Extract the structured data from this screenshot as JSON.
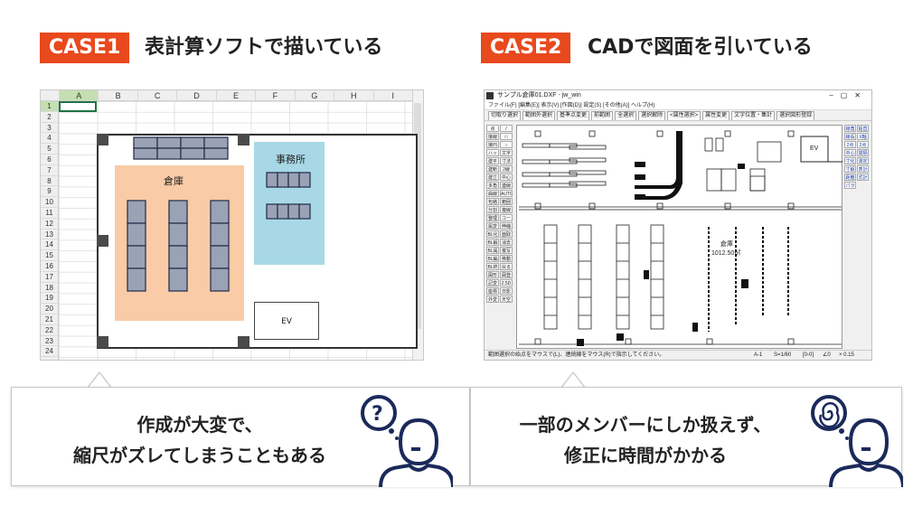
{
  "case1": {
    "tag": "CASE1",
    "title": "表計算ソフトで描いている",
    "excel": {
      "columns": [
        "A",
        "B",
        "C",
        "D",
        "E",
        "F",
        "G",
        "H",
        "I"
      ],
      "rows": [
        "1",
        "2",
        "3",
        "4",
        "5",
        "6",
        "7",
        "8",
        "9",
        "10",
        "11",
        "12",
        "13",
        "14",
        "15",
        "16",
        "17",
        "18",
        "19",
        "20",
        "21",
        "22",
        "23",
        "24"
      ],
      "labels": {
        "warehouse": "倉庫",
        "office": "事務所",
        "ev": "EV"
      }
    },
    "bubble": [
      "作成が大変で、",
      "縮尺がズレてしまうこともある"
    ]
  },
  "case2": {
    "tag": "CASE2",
    "title": "CADで図面を引いている",
    "cad": {
      "window_title": "サンプル倉庫01.DXF - jw_win",
      "menu": "ファイル(F)  [編集(E)]  表示(V)  [作図(D)]  設定(S)  [その他(A)]  ヘルプ(H)",
      "toolbar": [
        "切取り選択",
        "範囲外選択",
        "基準点変更",
        "前範囲",
        "全選択",
        "選択解除",
        "<属性選択>",
        "属性変更",
        "文字位置・集計",
        "選択図形登録"
      ],
      "left_tools": [
        "点",
        "/",
        "接線",
        "□",
        "接円",
        "○",
        "ハッチ",
        "文字",
        "建平",
        "寸法",
        "建断",
        "2線",
        "建立",
        "中心線",
        "多角形",
        "連線",
        "曲線",
        "AUTO",
        "包絡",
        "範囲",
        "分割",
        "複線",
        "整理",
        "コーナー",
        "属変",
        "伸縮",
        "BL化",
        "面取",
        "BL解",
        "消去",
        "BL属",
        "複写",
        "BL編",
        "移動",
        "BL終",
        "戻る",
        "図形",
        "図登",
        "記変",
        "2.5D",
        "座標",
        "日影",
        "外変",
        "天空"
      ],
      "right_tools": [
        "線角",
        "鉛直",
        "線長",
        "X軸",
        "2点角",
        "2点長",
        "中心点",
        "間隔",
        "寸化",
        "測定",
        "寸解",
        "表計",
        "距離",
        "式計",
        "パラメ"
      ],
      "warehouse_label": "倉庫",
      "area_label": "1012.50㎡",
      "ev_label": "EV",
      "status": "範囲選択の始点をマウスで(L)、連続線をマウス(R)で指示してください。",
      "status_right": [
        "A-1",
        "S=1/60",
        "[0-0]",
        "∠0",
        "× 0.15"
      ]
    },
    "bubble": [
      "一部のメンバーにしか扱えず、",
      "修正に時間がかかる"
    ]
  },
  "colors": {
    "accent": "#e8491d",
    "person_stroke": "#1b2a5a"
  }
}
